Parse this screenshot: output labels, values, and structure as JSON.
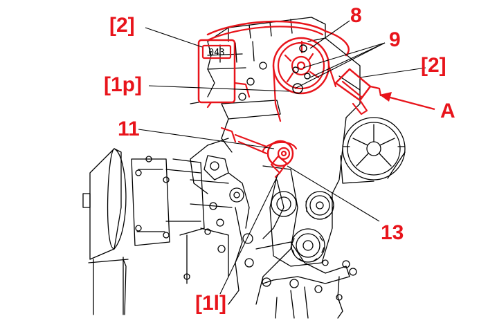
{
  "callouts": {
    "c8": "8",
    "c9": "9",
    "c2_top": "[2]",
    "c2_right": "[2]",
    "c1p": "[1p]",
    "cA": "A",
    "c11": "11",
    "c13": "13",
    "c1l": "[1l]"
  },
  "meter": {
    "display": "043"
  },
  "colors": {
    "accent": "#e8141b",
    "line": "#000000",
    "background": "#ffffff"
  },
  "icons": {
    "meter": "dial-gauge-icon",
    "pulley": "toothed-pulley-icon",
    "tensioner": "tensioner-roller-icon"
  }
}
